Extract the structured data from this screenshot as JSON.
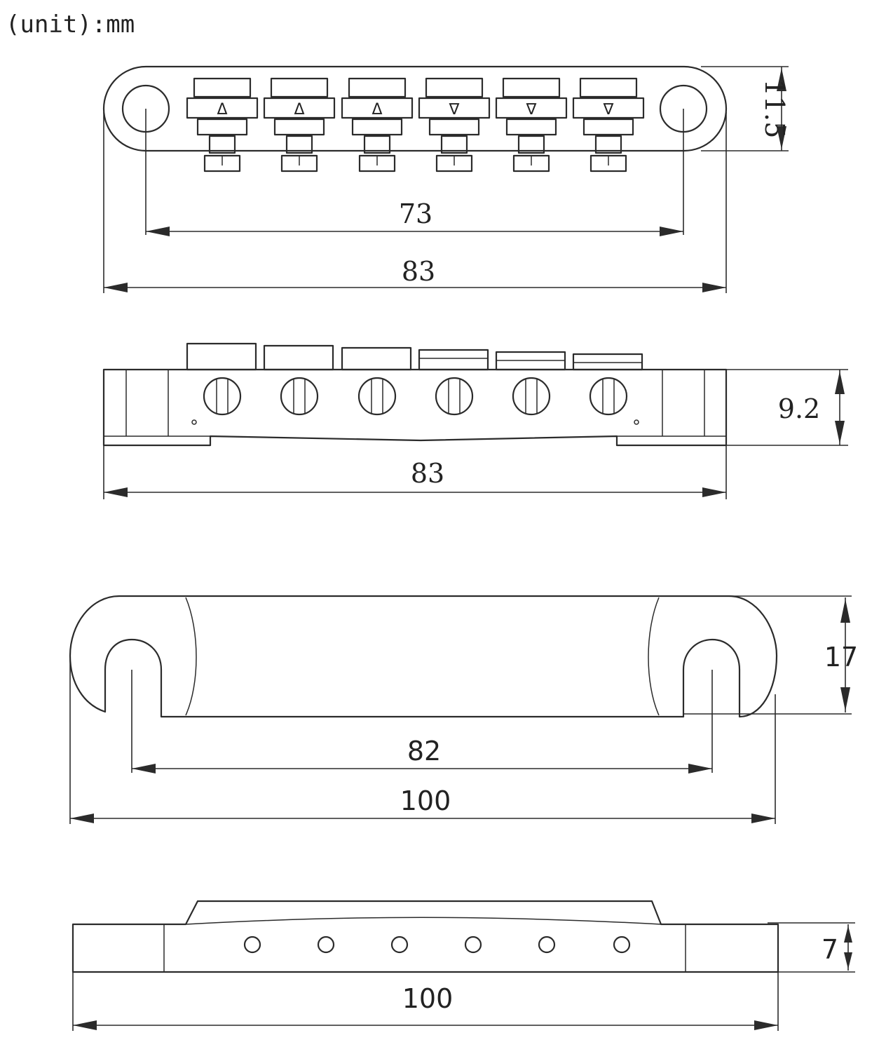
{
  "unit_label": "(unit):mm",
  "views": {
    "top": {
      "overall": "83",
      "hole_spacing": "73",
      "depth": "11.5"
    },
    "front": {
      "overall": "83",
      "height": "9.2"
    },
    "tailpiece_top": {
      "overall": "100",
      "inner": "82",
      "depth": "17"
    },
    "tailpiece_front": {
      "overall": "100",
      "height": "7"
    }
  },
  "saddle_markers": [
    "Δ",
    "Δ",
    "Δ",
    "∇",
    "∇",
    "∇"
  ]
}
